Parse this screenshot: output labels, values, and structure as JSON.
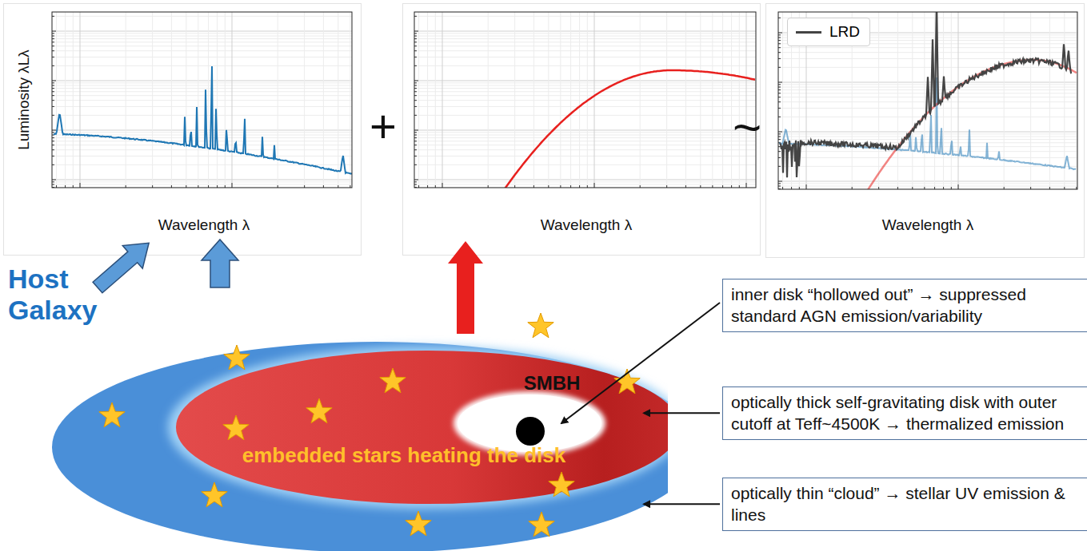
{
  "diagram": {
    "nodes": [
      {
        "text": [
          "inner disk “hollowed out” → suppressed standard AGN emission/variability"
        ]
      },
      {
        "text": [
          "optically thick self-gravitating disk with outer cutoff at Teff~4500K → thermalized emission"
        ]
      },
      {
        "text": [
          "optically thin “cloud” → stellar UV emission & lines"
        ]
      }
    ],
    "labels": [
      "Luminosity λLλ",
      "Wavelength λ",
      "+",
      "Wavelength λ",
      "~",
      "Wavelength λ",
      "Host Galaxy",
      "SMBH",
      "embedded stars heating the disk"
    ],
    "legend": [
      {
        "text": "LRD"
      }
    ]
  }
}
